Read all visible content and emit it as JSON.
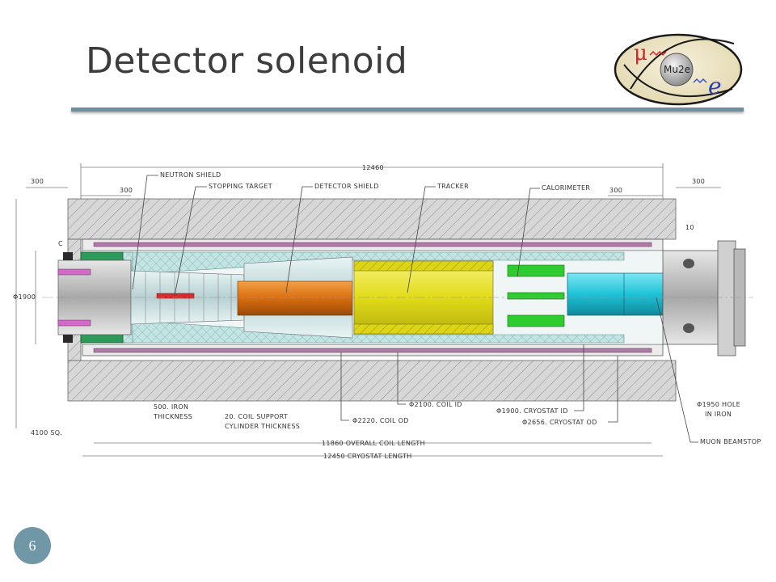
{
  "slide": {
    "title": "Detector solenoid",
    "page_number": "6"
  },
  "logo": {
    "icon": "mu2e-logo-icon",
    "mu": "μ",
    "name": "Mu2e",
    "e": "e"
  },
  "diagram": {
    "dimensions": {
      "overall_length": "12460",
      "left_300_outer": "300",
      "left_300_inner": "300",
      "right_300_inner": "300",
      "right_300_outer": "300",
      "gap_10": "10",
      "dia_1900": "Φ1900",
      "square_4100": "4100 SQ.",
      "coil_length": "11860 OVERALL COIL LENGTH",
      "cryostat_length": "12450 CRYOSTAT LENGTH"
    },
    "labels": {
      "neutron_shield": "NEUTRON SHIELD",
      "stopping_target": "STOPPING TARGET",
      "detector_shield": "DETECTOR SHIELD",
      "tracker": "TRACKER",
      "calorimeter": "CALORIMETER",
      "iron_l1": "500. IRON",
      "iron_l2": "THICKNESS",
      "coil_support_l1": "20. COIL SUPPORT",
      "coil_support_l2": "CYLINDER THICKNESS",
      "coil_od": "Φ2220. COIL OD",
      "coil_id": "Φ2100. COIL ID",
      "cryostat_id": "Φ1900. CRYOSTAT ID",
      "cryostat_od": "Φ2656. CRYOSTAT OD",
      "hole_l1": "Φ1950 HOLE",
      "hole_l2": "IN IRON",
      "muon_beamstop": "MUON BEAMSTOP",
      "corner_c": "C"
    },
    "colors": {
      "iron": "#d9d9d9",
      "neutron_shield": "#bfe0e0",
      "detector_shield": "#e07a20",
      "tracker": "#e6e01a",
      "calorimeter": "#2ecc2e",
      "beamstop": "#22c8dc",
      "stopping_target": "#d82a2a",
      "coil": "#b07aa8",
      "flange_green": "#2e9a5a"
    }
  }
}
